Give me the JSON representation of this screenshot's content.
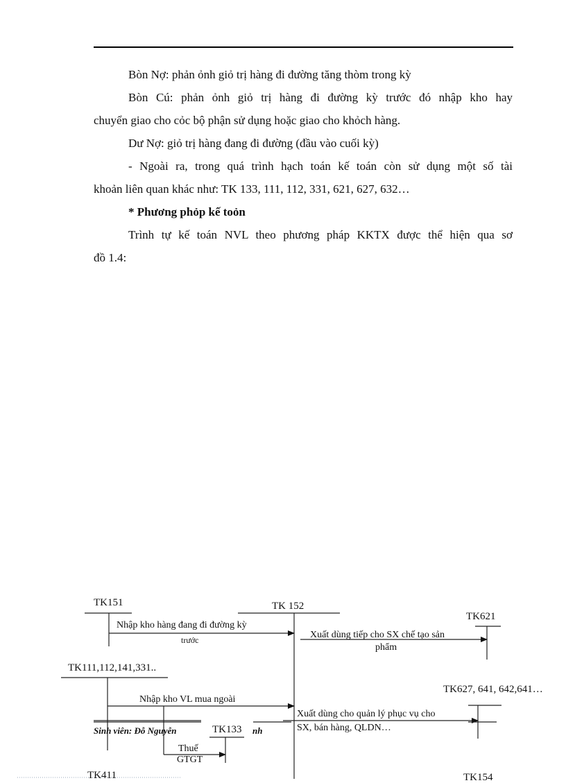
{
  "document": {
    "paragraphs": [
      "Bòn Nợ: phản ỏnh giỏ trị hàng đi đường tăng thòm trong kỳ",
      "Bòn Cú: phản ỏnh giỏ trị hàng đi đường kỳ trước đó nhập kho hay",
      "chuyển giao cho cỏc bộ phận sử dụng hoặc giao cho khỏch hàng.",
      "Dư Nợ: giỏ trị hàng đang đi đường (đầu vào cuối kỳ)",
      "- Ngoài ra, trong quá trình hạch toán kế toán còn sử dụng một số tài",
      "khoản liên quan khác như: TK 133, 111, 112, 331, 621, 627, 632…",
      "* Phương phỏp kế toỏn",
      "Trình tự kế toán NVL theo phương pháp KKTX được thể hiện qua sơ",
      "đồ 1.4:"
    ]
  },
  "diagram": {
    "accounts": {
      "tk151": "TK151",
      "tk152": "TK 152",
      "tk621": "TK621",
      "tk111": "TK111,112,141,331..",
      "tk627": "TK627, 641, 642,641…",
      "tk133": "TK133",
      "tk411": "TK411",
      "tk154": "TK154"
    },
    "flows": {
      "f1_line1": "Nhập kho hàng đang đi đường kỳ",
      "f1_line2": "trước",
      "f2_line1": "Xuất dùng tiếp cho SX chế tạo sản",
      "f2_line2": "phẩm",
      "f3": "Nhập kho VL mua ngoài",
      "f4_line1": "Xuất dùng cho quản lý phục vụ cho",
      "f4_line2": "SX, bán hàng, QLDN…",
      "f5_line1": "Thuế",
      "f5_line2": "GTGT"
    }
  },
  "footer": {
    "student_prefix": "Sinh viên: Đỗ Nguyễn",
    "student_suffix": "nh"
  }
}
